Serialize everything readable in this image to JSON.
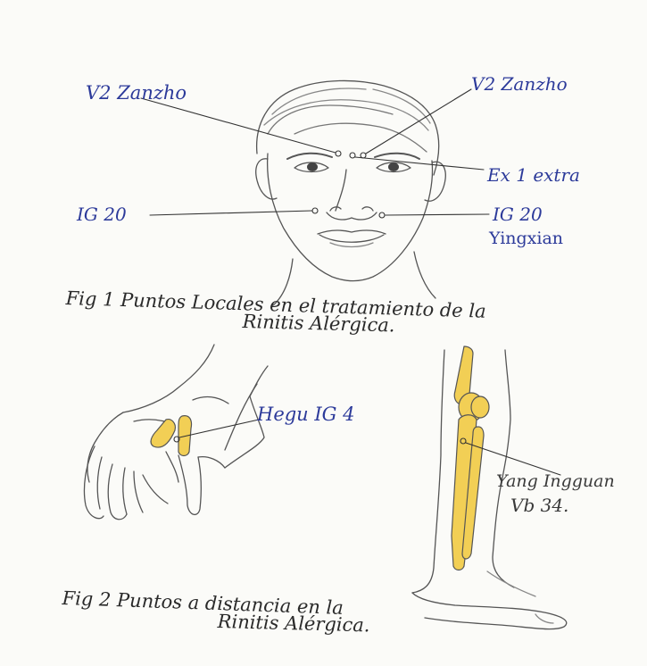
{
  "fig1": {
    "labels": {
      "v2_left": "V2 Zanzho",
      "v2_right": "V2 Zanzho",
      "ex1": "Ex 1 extra",
      "ig20_left": "IG 20",
      "ig20_right": "IG 20",
      "yingxian": "Yingxian"
    },
    "caption_line1": "Fig 1 Puntos Locales en el tratamiento de la",
    "caption_line2": "Rinitis Alérgica."
  },
  "fig2": {
    "labels": {
      "hegu": "Hegu IG 4",
      "yang": "Yang Ingguan",
      "vb34": "Vb 34."
    },
    "caption_line1": "Fig 2 Puntos a distancia en la",
    "caption_line2": "Rinitis Alérgica."
  },
  "colors": {
    "ink": "#2c3a9a",
    "pencil": "#555555",
    "bone": "#f2cf55"
  }
}
